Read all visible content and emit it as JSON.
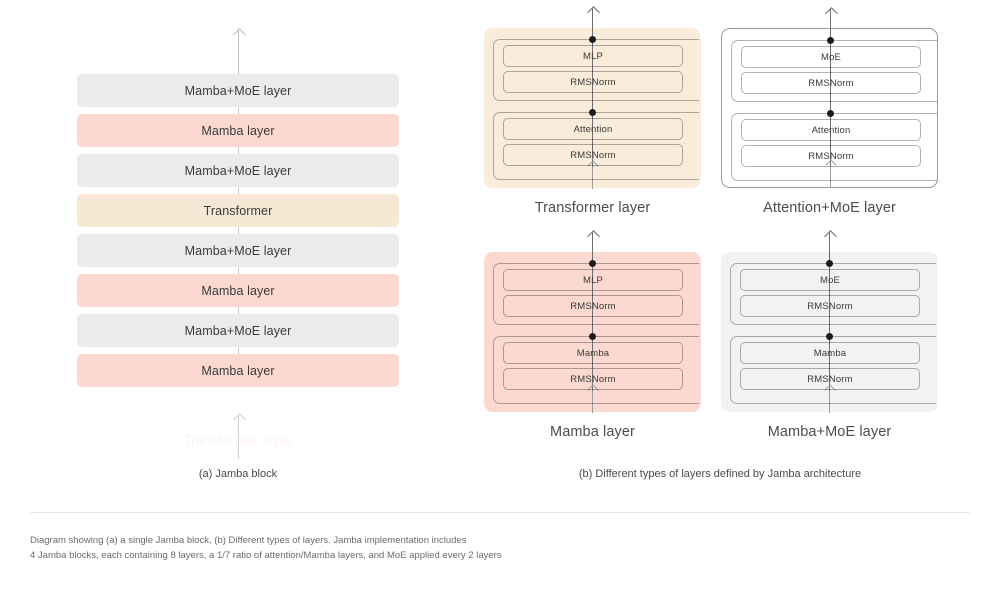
{
  "figure": {
    "caption_line1": "Diagram showing (a) a single Jamba block, (b) Different types of layers. Jamba implementation includes",
    "caption_line2": "4 Jamba blocks, each containing 8 layers, a 1/7 ratio of attention/Mamba layers, and MoE applied every 2 layers"
  },
  "panel_a": {
    "caption": "(a) Jamba block",
    "ghost_label": "Transformer layer",
    "layers": [
      {
        "label": "Mamba+MoE layer",
        "color_key": "gray",
        "color": "#ebebeb"
      },
      {
        "label": "Mamba layer",
        "color_key": "pink",
        "color": "#fcd9d0"
      },
      {
        "label": "Mamba+MoE layer",
        "color_key": "gray",
        "color": "#ebebeb"
      },
      {
        "label": "Transformer",
        "color_key": "beige",
        "color": "#f7e8d6"
      },
      {
        "label": "Mamba+MoE layer",
        "color_key": "gray",
        "color": "#ebebeb"
      },
      {
        "label": "Mamba layer",
        "color_key": "pink",
        "color": "#fcd9d0"
      },
      {
        "label": "Mamba+MoE layer",
        "color_key": "gray",
        "color": "#ebebeb"
      },
      {
        "label": "Mamba layer",
        "color_key": "pink",
        "color": "#fcd9d0"
      }
    ]
  },
  "panel_b": {
    "caption": "(b) Different types of layers defined by Jamba architecture",
    "cells": [
      {
        "label": "Transformer layer",
        "card_style": "beige",
        "card_color": "#f9ecda",
        "modules": [
          "MLP",
          "RMSNorm",
          "Attention",
          "RMSNorm"
        ]
      },
      {
        "label": "Attention+MoE layer",
        "card_style": "white",
        "card_color": "#ffffff",
        "modules": [
          "MoE",
          "RMSNorm",
          "Attention",
          "RMSNorm"
        ]
      },
      {
        "label": "Mamba layer",
        "card_style": "pink",
        "card_color": "#fbd9d0",
        "modules": [
          "MLP",
          "RMSNorm",
          "Mamba",
          "RMSNorm"
        ]
      },
      {
        "label": "Mamba+MoE layer",
        "card_style": "gray",
        "card_color": "#f2f2f2",
        "modules": [
          "MoE",
          "RMSNorm",
          "Mamba",
          "RMSNorm"
        ]
      }
    ]
  }
}
